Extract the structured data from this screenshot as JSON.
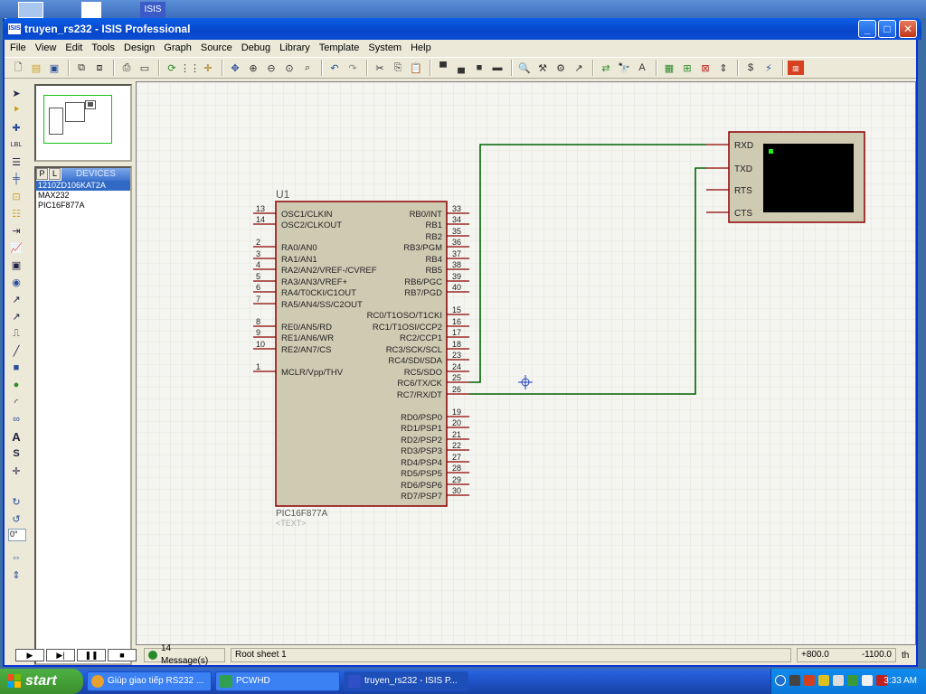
{
  "window": {
    "title": "truyen_rs232 - ISIS Professional",
    "app_badge": "ISIS"
  },
  "menubar": [
    "File",
    "View",
    "Edit",
    "Tools",
    "Design",
    "Graph",
    "Source",
    "Debug",
    "Library",
    "Template",
    "System",
    "Help"
  ],
  "device_panel": {
    "tab_p": "P",
    "tab_l": "L",
    "title": "DEVICES",
    "items": [
      "1210ZD106KAT2A",
      "MAX232",
      "PIC16F877A"
    ],
    "selected_index": 0
  },
  "left_tools": {
    "rotation_value": "0°"
  },
  "schematic": {
    "mcu": {
      "ref": "U1",
      "part": "PIC16F877A",
      "text_placeholder": "<TEXT>",
      "left_pins": [
        {
          "num": "13",
          "name": "OSC1/CLKIN"
        },
        {
          "num": "14",
          "name": "OSC2/CLKOUT"
        },
        {
          "num": "2",
          "name": "RA0/AN0"
        },
        {
          "num": "3",
          "name": "RA1/AN1"
        },
        {
          "num": "4",
          "name": "RA2/AN2/VREF-/CVREF"
        },
        {
          "num": "5",
          "name": "RA3/AN3/VREF+"
        },
        {
          "num": "6",
          "name": "RA4/T0CKI/C1OUT"
        },
        {
          "num": "7",
          "name": "RA5/AN4/SS/C2OUT"
        },
        {
          "num": "8",
          "name": "RE0/AN5/RD"
        },
        {
          "num": "9",
          "name": "RE1/AN6/WR"
        },
        {
          "num": "10",
          "name": "RE2/AN7/CS"
        },
        {
          "num": "1",
          "name": "MCLR/Vpp/THV"
        }
      ],
      "right_pins": [
        {
          "num": "33",
          "name": "RB0/INT"
        },
        {
          "num": "34",
          "name": "RB1"
        },
        {
          "num": "35",
          "name": "RB2"
        },
        {
          "num": "36",
          "name": "RB3/PGM"
        },
        {
          "num": "37",
          "name": "RB4"
        },
        {
          "num": "38",
          "name": "RB5"
        },
        {
          "num": "39",
          "name": "RB6/PGC"
        },
        {
          "num": "40",
          "name": "RB7/PGD"
        },
        {
          "num": "15",
          "name": "RC0/T1OSO/T1CKI"
        },
        {
          "num": "16",
          "name": "RC1/T1OSI/CCP2"
        },
        {
          "num": "17",
          "name": "RC2/CCP1"
        },
        {
          "num": "18",
          "name": "RC3/SCK/SCL"
        },
        {
          "num": "23",
          "name": "RC4/SDI/SDA"
        },
        {
          "num": "24",
          "name": "RC5/SDO"
        },
        {
          "num": "25",
          "name": "RC6/TX/CK"
        },
        {
          "num": "26",
          "name": "RC7/RX/DT"
        },
        {
          "num": "19",
          "name": "RD0/PSP0"
        },
        {
          "num": "20",
          "name": "RD1/PSP1"
        },
        {
          "num": "21",
          "name": "RD2/PSP2"
        },
        {
          "num": "22",
          "name": "RD3/PSP3"
        },
        {
          "num": "27",
          "name": "RD4/PSP4"
        },
        {
          "num": "28",
          "name": "RD5/PSP5"
        },
        {
          "num": "29",
          "name": "RD6/PSP6"
        },
        {
          "num": "30",
          "name": "RD7/PSP7"
        }
      ]
    },
    "terminal": {
      "pins": [
        "RXD",
        "TXD",
        "RTS",
        "CTS"
      ]
    }
  },
  "status": {
    "messages": "14 Message(s)",
    "sheet": "Root sheet 1",
    "coord_x": "+800.0",
    "coord_y": "-1100.0",
    "units": "th"
  },
  "taskbar": {
    "start": "start",
    "tasks": [
      "Giúp giao tiếp RS232 ...",
      "PCWHD",
      "truyen_rs232 - ISIS P..."
    ],
    "active_index": 2,
    "clock": "3:33 AM"
  },
  "colors": {
    "wire": "#006400",
    "component_body": "#cfcab2",
    "component_border": "#8b0000",
    "pin_line": "#8b0000",
    "terminal_screen": "#000000",
    "grid": "#d8d8d0"
  }
}
